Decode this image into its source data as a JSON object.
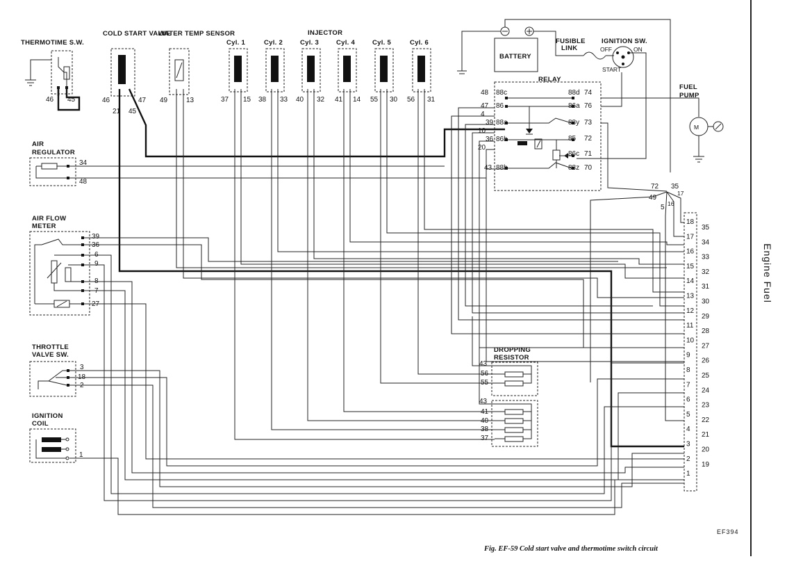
{
  "components": {
    "thermotime_sw": "THERMOTIME S.W.",
    "cold_start_valve": "COLD START VALVE",
    "water_temp_sensor": "WATER TEMP SENSOR",
    "injector": "INJECTOR",
    "cylinders": [
      "Cyl. 1",
      "Cyl. 2",
      "Cyl. 3",
      "Cyl. 4",
      "Cyl. 5",
      "Cyl. 6"
    ],
    "battery": "BATTERY",
    "fusible_link": "FUSIBLE LINK",
    "ignition_sw": "IGNITION SW.",
    "ignition_off": "OFF",
    "ignition_on": "ON",
    "ignition_start": "START",
    "relay": "RELAY",
    "fuel_pump": "FUEL PUMP",
    "air_regulator": "AIR REGULATOR",
    "air_flow_meter": "AIR FLOW METER",
    "throttle_valve_sw": "THROTTLE VALVE SW.",
    "ignition_coil": "IGNITION COIL",
    "dropping_resistor": "DROPPING RESISTOR"
  },
  "pins": {
    "thermo": [
      "46",
      "45"
    ],
    "coldstart": [
      "46",
      "47",
      "21",
      "45"
    ],
    "water": [
      "49",
      "13"
    ],
    "cyl": [
      [
        "37",
        "15"
      ],
      [
        "38",
        "33"
      ],
      [
        "40",
        "32"
      ],
      [
        "41",
        "14"
      ],
      [
        "55",
        "30"
      ],
      [
        "56",
        "31"
      ]
    ],
    "relay_left": [
      "48",
      "47",
      "4",
      "39",
      "10",
      "36",
      "20",
      "43"
    ],
    "relay_inner_left": [
      "88c",
      "86",
      "88a",
      "86b",
      "88b"
    ],
    "relay_inner_right": [
      "88d",
      "86a",
      "88y",
      "85",
      "86c",
      "88z"
    ],
    "relay_right": [
      "74",
      "76",
      "73",
      "72",
      "71",
      "70"
    ],
    "junction": [
      "72",
      "35",
      "49",
      "5",
      "16",
      "17"
    ],
    "air_reg": [
      "34",
      "48"
    ],
    "afm": [
      "39",
      "36",
      "6",
      "9",
      "8",
      "7",
      "27"
    ],
    "throttle": [
      "3",
      "18",
      "2"
    ],
    "ign_coil": [
      "1"
    ],
    "drop_top": [
      "43",
      "56",
      "55"
    ],
    "drop_bottom": [
      "43",
      "41",
      "40",
      "38",
      "37"
    ],
    "conn_left": [
      "18",
      "17",
      "16",
      "15",
      "14",
      "13",
      "12",
      "11",
      "10",
      "9",
      "8",
      "7",
      "6",
      "5",
      "4",
      "3",
      "2",
      "1"
    ],
    "conn_right": [
      "35",
      "34",
      "33",
      "32",
      "31",
      "30",
      "29",
      "28",
      "27",
      "26",
      "25",
      "24",
      "23",
      "22",
      "21",
      "20",
      "19"
    ]
  },
  "figure_code": "EF394",
  "caption": "Fig. EF-59 Cold start valve and thermotime switch circuit",
  "side_label": "Engine Fuel"
}
